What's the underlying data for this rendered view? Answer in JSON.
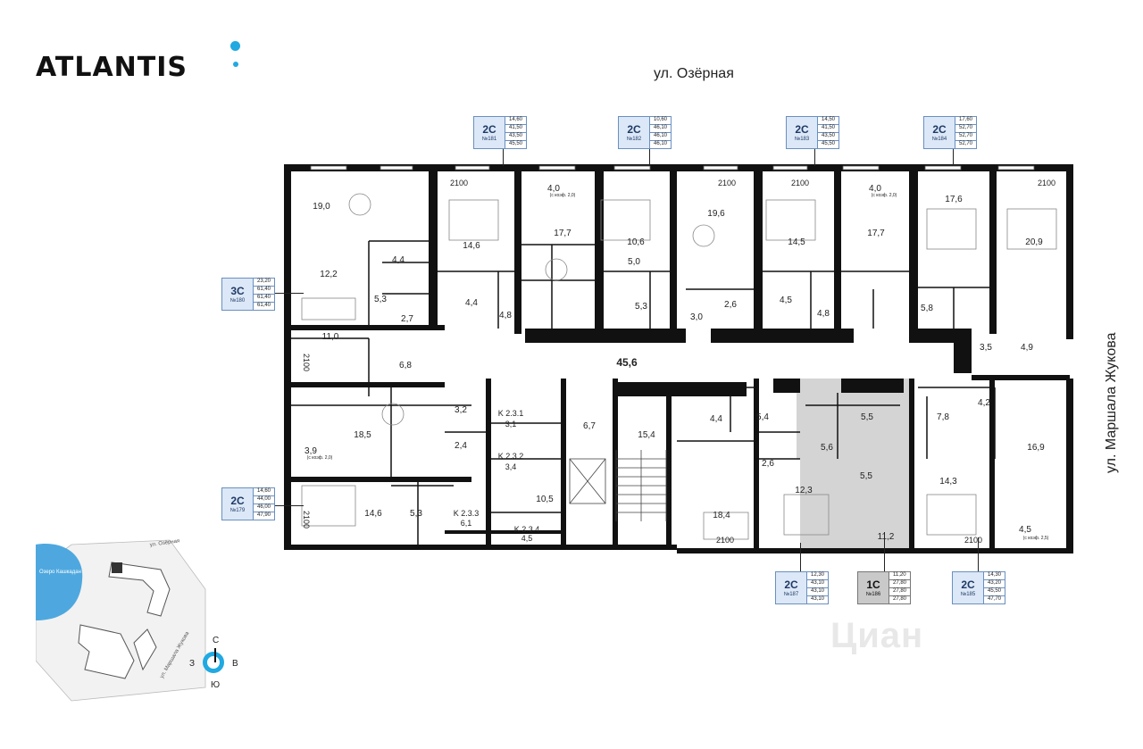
{
  "brand": {
    "name": "ATLANTIS",
    "accent": "#21a9e1"
  },
  "streets": {
    "top": "ул. Озёрная",
    "right": "ул. Маршала Жукова"
  },
  "colors": {
    "wall": "#111111",
    "badge_bg": "#dce8f7",
    "badge_border": "#6a8fc0",
    "highlight": "#d4d4d4"
  },
  "apartments": [
    {
      "type": "3С",
      "number": "№180",
      "values": [
        "23,20",
        "61,40",
        "61,40",
        "61,40"
      ]
    },
    {
      "type": "2С",
      "number": "№181",
      "values": [
        "14,60",
        "41,50",
        "43,50",
        "45,50"
      ]
    },
    {
      "type": "2С",
      "number": "№182",
      "values": [
        "10,60",
        "46,10",
        "46,10",
        "46,10"
      ]
    },
    {
      "type": "2С",
      "number": "№183",
      "values": [
        "14,50",
        "41,50",
        "43,50",
        "45,50"
      ]
    },
    {
      "type": "2С",
      "number": "№184",
      "values": [
        "17,60",
        "52,70",
        "52,70",
        "52,70"
      ]
    },
    {
      "type": "2С",
      "number": "№179",
      "values": [
        "14,60",
        "44,00",
        "46,00",
        "47,90"
      ]
    },
    {
      "type": "2С",
      "number": "№187",
      "values": [
        "12,30",
        "43,10",
        "43,10",
        "43,10"
      ]
    },
    {
      "type": "1С",
      "number": "№186",
      "values": [
        "11,20",
        "27,80",
        "27,80",
        "27,80"
      ]
    },
    {
      "type": "2С",
      "number": "№185",
      "values": [
        "14,30",
        "43,20",
        "45,50",
        "47,70"
      ]
    }
  ],
  "rooms": {
    "a": "19,0",
    "b": "12,2",
    "c": "4,4",
    "d": "5,3",
    "e": "2,7",
    "f": "11,0",
    "g": "6,8",
    "h": "14,6",
    "i": "4,4",
    "j": "4,8",
    "k": "17,7",
    "l": "4,0",
    "m": "10,6",
    "n": "5,0",
    "o": "5,3",
    "p": "19,6",
    "q": "3,0",
    "r": "2,6",
    "s": "14,5",
    "t": "4,5",
    "u": "4,8",
    "v": "17,7",
    "w": "4,0",
    "x": "17,6",
    "y": "20,9",
    "z": "5,8",
    "aa": "3,5",
    "ab": "4,9",
    "ac": "45,6",
    "ad": "3,2",
    "ae": "18,5",
    "af": "3,9",
    "ag": "2,4",
    "ah": "14,6",
    "ai": "5,3",
    "aj": "K 2.3.1",
    "ak": "3,1",
    "al": "K 2.3.2",
    "am": "3,4",
    "an": "K 2.3.3",
    "ao": "6,1",
    "ap": "K 2.3.4",
    "aq": "4,5",
    "ar": "10,5",
    "as": "6,7",
    "at": "15,4",
    "au": "4,4",
    "av": "5,4",
    "aw": "18,4",
    "ax": "2,6",
    "ay": "12,3",
    "az": "5,6",
    "ba": "5,5",
    "bb": "5,5",
    "bc": "11,2",
    "bd": "7,8",
    "be": "4,2",
    "bf": "16,9",
    "bg": "14,3",
    "bh": "4,5"
  },
  "annotations": {
    "height": "2100",
    "coef": "(с коэф. 2,0)",
    "coef2": "(с коэф. 2,5)"
  },
  "minimap": {
    "lake": "Озеро Кашкадан",
    "street1": "ул. Озёрная",
    "street2": "ул. Маршала Жукова"
  },
  "compass": {
    "n": "С",
    "s": "Ю",
    "w": "З",
    "e": "В"
  },
  "watermark": "Циан"
}
